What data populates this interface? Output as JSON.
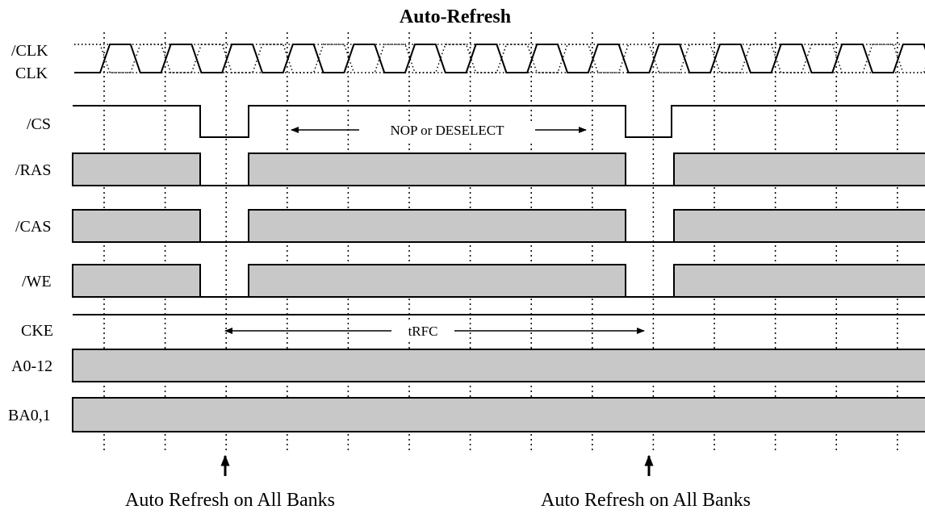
{
  "title": "Auto-Refresh",
  "signals": {
    "clk_n": "/CLK",
    "clk": "CLK",
    "cs": "/CS",
    "ras": "/RAS",
    "cas": "/CAS",
    "we": "/WE",
    "cke": "CKE",
    "addr": "A0-12",
    "ba": "BA0,1"
  },
  "annotations": {
    "nop": "NOP or DESELECT",
    "trfc": "tRFC",
    "refresh_1": "Auto Refresh on All Banks",
    "refresh_2": "Auto Refresh on All Banks"
  },
  "colors": {
    "bus_fill": "#c8c8c8",
    "line": "#000000"
  }
}
